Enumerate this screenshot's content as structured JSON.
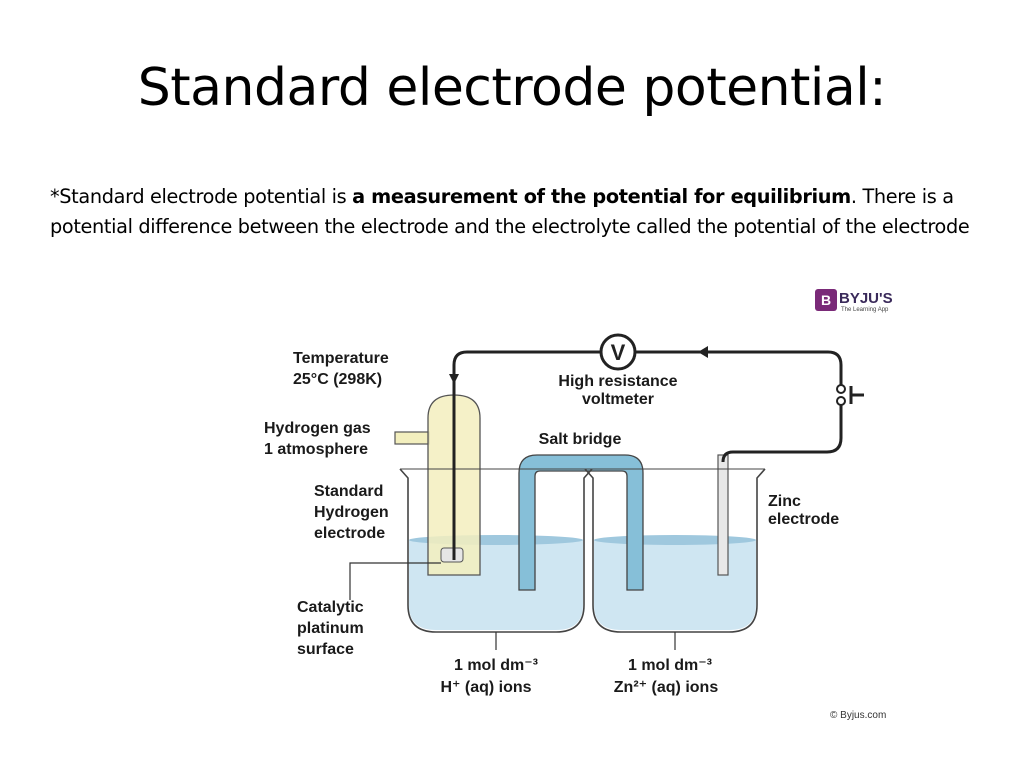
{
  "slide": {
    "title": "Standard electrode potential:",
    "para_prefix": "*Standard electrode potential is ",
    "para_bold": "a measurement of the potential for equilibrium",
    "para_suffix": ". There is a potential difference between the electrode and the electrolyte called the potential of the electrode"
  },
  "diagram": {
    "brand_name": "BYJU'S",
    "brand_tagline": "The Learning App",
    "voltmeter_symbol": "V",
    "labels": {
      "temperature_1": "Temperature",
      "temperature_2": "25°C (298K)",
      "voltmeter_1": "High resistance",
      "voltmeter_2": "voltmeter",
      "hydrogen_1": "Hydrogen gas",
      "hydrogen_2": "1 atmosphere",
      "salt_bridge": "Salt bridge",
      "she_1": "Standard",
      "she_2": "Hydrogen",
      "she_3": "electrode",
      "zinc_1": "Zinc",
      "zinc_2": "electrode",
      "catalytic_1": "Catalytic",
      "catalytic_2": "platinum",
      "catalytic_3": "surface",
      "left_conc_1": "1 mol dm⁻³",
      "left_conc_2": "H⁺ (aq) ions",
      "right_conc_1": "1 mol dm⁻³",
      "right_conc_2": "Zn²⁺ (aq) ions"
    },
    "copyright": "© Byjus.com",
    "colors": {
      "solution": "#cfe6f2",
      "salt_bridge": "#86bfd8",
      "hydrogen_tube": "#f3efbe",
      "wire": "#222222"
    }
  }
}
